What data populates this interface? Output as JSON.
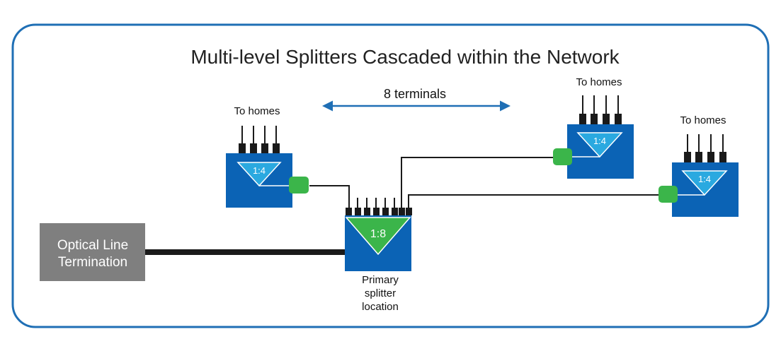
{
  "title": "Multi-level Splitters Cascaded within the Network",
  "span_label": "8 terminals",
  "olt_line1": "Optical Line",
  "olt_line2": "Termination",
  "primary_splitter": {
    "ratio": "1:8",
    "caption_line1": "Primary",
    "caption_line2": "splitter",
    "caption_line3": "location"
  },
  "terminals": [
    {
      "ratio": "1:4",
      "label": "To homes"
    },
    {
      "ratio": "1:4",
      "label": "To homes"
    },
    {
      "ratio": "1:4",
      "label": "To homes"
    }
  ],
  "colors": {
    "frame": "#1f6fb5",
    "splitter_blue": "#0b63b5",
    "triangle_light": "#2aa9e0",
    "primary_triangle": "#3bb54a",
    "connector_green": "#3bb54a",
    "olt_gray": "#7f7f7f",
    "arrow_blue": "#1f6fb5",
    "fiber_black": "#1a1a1a"
  }
}
